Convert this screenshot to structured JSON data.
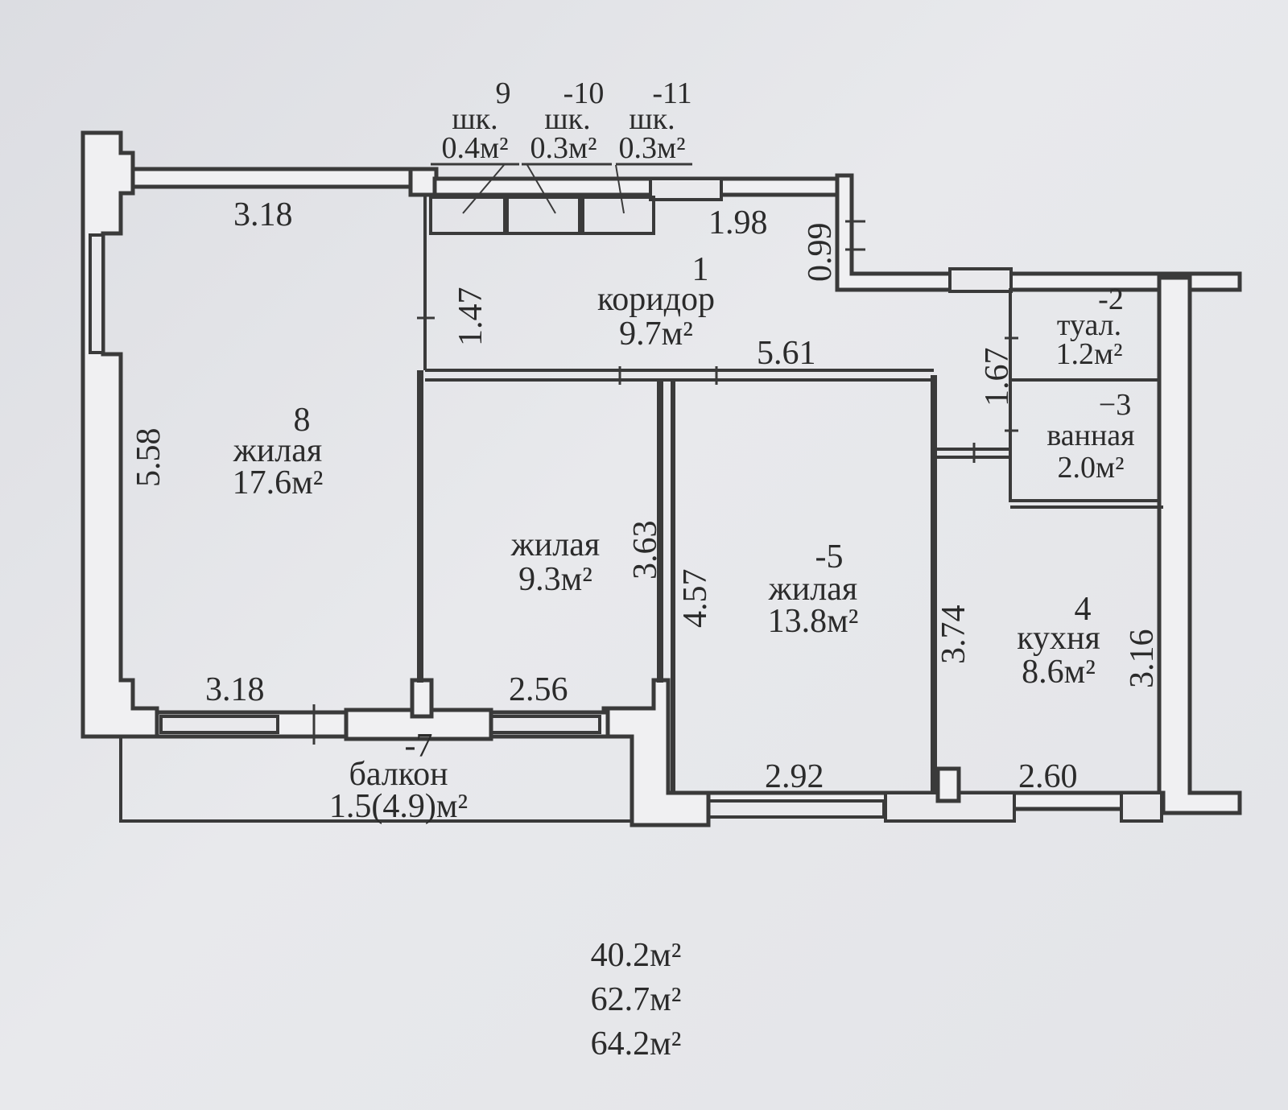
{
  "rooms": {
    "r1": {
      "num": "1",
      "name": "коридор",
      "area": "9.7м²"
    },
    "r2": {
      "num": "-2",
      "name": "туал.",
      "area": "1.2м²"
    },
    "r3": {
      "num": "−3",
      "name": "ванная",
      "area": "2.0м²"
    },
    "r4": {
      "num": "4",
      "name": "кухня",
      "area": "8.6м²"
    },
    "r5": {
      "num": "-5",
      "name": "жилая",
      "area": "13.8м²"
    },
    "r6": {
      "name": "жилая",
      "area": "9.3м²"
    },
    "r7": {
      "num": "-7",
      "name": "балкон",
      "area": "1.5(4.9)м²"
    },
    "r8": {
      "num": "8",
      "name": "жилая",
      "area": "17.6м²"
    },
    "r9": {
      "num": "9",
      "name": "шк.",
      "area": "0.4м²"
    },
    "r10": {
      "num": "-10",
      "name": "шк.",
      "area": "0.3м²"
    },
    "r11": {
      "num": "-11",
      "name": "шк.",
      "area": "0.3м²"
    }
  },
  "dimensions": {
    "d_top_left": "3.18",
    "d_top_corr": "1.98",
    "d_099": "0.99",
    "d_147": "1.47",
    "d_561": "5.61",
    "d_167": "1.67",
    "d_558": "5.58",
    "d_363": "3.63",
    "d_457": "4.57",
    "d_374": "3.74",
    "d_316": "3.16",
    "d_bot_left": "3.18",
    "d_256": "2.56",
    "d_292": "2.92",
    "d_260": "2.60"
  },
  "totals": {
    "living": "40.2м²",
    "total": "62.7м²",
    "total_balcony": "64.2м²"
  }
}
